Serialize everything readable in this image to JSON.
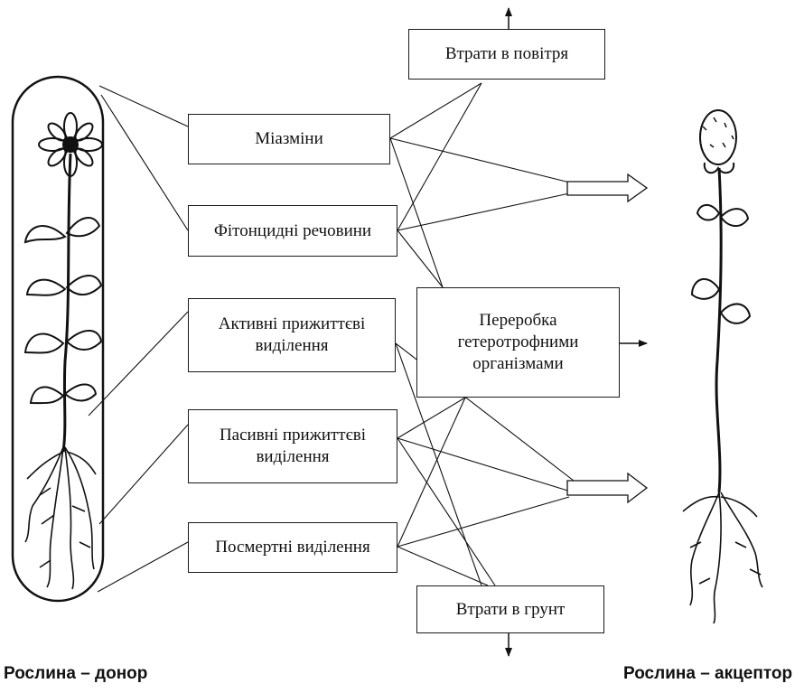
{
  "boxes": {
    "losses_air": "Втрати в повітря",
    "miasmins": "Міазміни",
    "phytoncides": "Фітонцидні речовини",
    "active_lifetime": "Активні прижиттєві виділення",
    "passive_lifetime": "Пасивні прижиттєві виділення",
    "postmortem": "Посмертні виділення",
    "processing": "Переробка гетеротрофними організмами",
    "losses_soil": "Втрати в грунт"
  },
  "captions": {
    "donor": "Рослина – донор",
    "acceptor": "Рослина – акцептор"
  }
}
